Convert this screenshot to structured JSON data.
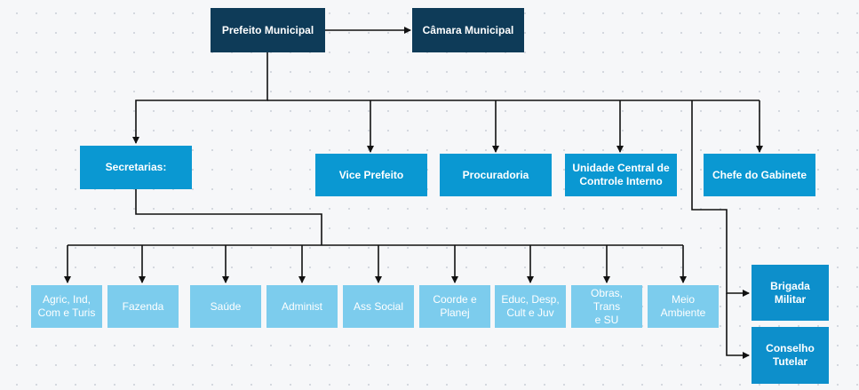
{
  "nodes": {
    "prefeito": "Prefeito Municipal",
    "camara": "Câmara Municipal",
    "secretarias": "Secretarias:",
    "vice": "Vice Prefeito",
    "procuradoria": "Procuradoria",
    "controle": "Unidade Central de\nControle Interno",
    "gabinete": "Chefe do Gabinete",
    "brigada": "Brigada\nMilitar",
    "conselho": "Conselho\nTutelar",
    "agric": "Agric, Ind,\nCom e Turis",
    "fazenda": "Fazenda",
    "saude": "Saúde",
    "administ": "Administ",
    "ass_social": "Ass Social",
    "coorde": "Coorde e\nPlanej",
    "educ": "Educ, Desp,\nCult e Juv",
    "obras": "Obras, Trans\ne SU",
    "meio": "Meio\nAmbiente"
  },
  "colors": {
    "top_level": "#0e3b58",
    "second_level": "#0a98d2",
    "secretaria_items": "#7ccced",
    "connector": "#111111"
  }
}
